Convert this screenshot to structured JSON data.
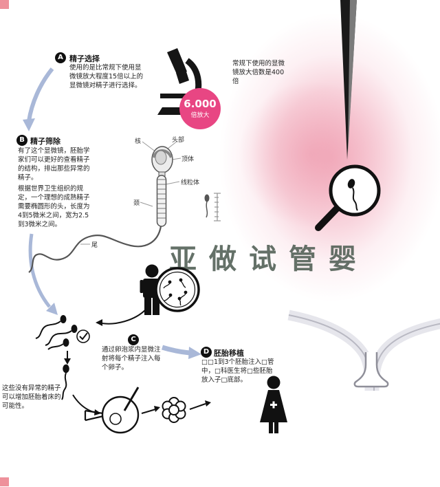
{
  "watermark": {
    "text": "亚做试管婴"
  },
  "magnifier_badge": {
    "value": "6.000",
    "unit": "倍放大"
  },
  "microscope_note": "常规下使用的显微镜放大倍数是400倍",
  "steps": {
    "a": {
      "badge": "A",
      "title": "精子选择",
      "body": "使用的是比常规下使用显微镜放大程度15倍以上的显微镜对精子进行选择。"
    },
    "b": {
      "badge": "B",
      "title": "精子筛除",
      "body1": "有了这个显微镜，胚胎学家们可以更好的查看精子的结构，排出那些异常的精子。",
      "body2": "根据世界卫生组织的规定，一个理想的成熟精子需要椭圆形的头，长度为4到5微米之间，宽为2.5到3微米之间。"
    },
    "c": {
      "badge": "C",
      "body": "通过卵泡浆内显微注射将每个精子注入每个卵子。"
    },
    "d": {
      "badge": "D",
      "title": "胚胎移植",
      "body": "□□1到3个胚胎注入□管中，□科医生将□些胚胎放入子□底部。"
    }
  },
  "sperm_labels": {
    "nucleus": "核",
    "head": "头部",
    "acrosome": "顶体",
    "mitochondria": "线粒体",
    "neck": "颈",
    "tail": "尾"
  },
  "bottom_note": "这些没有异常的精子可以增加胚胎着床的可能性。",
  "colors": {
    "arrow": "#a9b8d8",
    "badge_pink": "#e84683",
    "blob_pink": "#f2a6b8",
    "ink": "#111111"
  }
}
